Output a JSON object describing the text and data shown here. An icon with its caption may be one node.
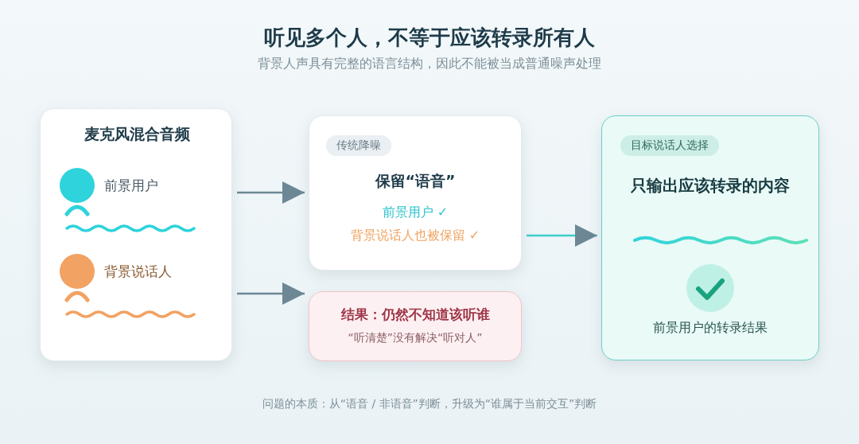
{
  "diagram": {
    "title": "听见多个人，不等于应该转录所有人",
    "caption": "问题的本质：从“语音 / 非语音”判断，升级为“谁属于当前交互”判断",
    "labels": [
      "背景人声具有完整的语言结构，因此不能被当成普通噪声处理"
    ],
    "nodes": [
      {
        "text": [
          "麦克风混合音频",
          "前景用户",
          "背景说话人"
        ]
      },
      {
        "text": [
          "传统降噪",
          "保留“语音”",
          "前景用户 ✓",
          "背景说话人也被保留 ✓"
        ]
      },
      {
        "text": [
          "结果：仍然不知道该听谁",
          "“听清楚”没有解决“听对人”"
        ]
      },
      {
        "text": [
          "目标说话人选择",
          "只输出应该转录的内容",
          "前景用户的转录结果"
        ]
      }
    ],
    "edges": [
      {
        "from": 0,
        "to": 1,
        "arrow": "to"
      },
      {
        "from": 0,
        "to": 2,
        "arrow": "to"
      },
      {
        "from": 1,
        "to": 3,
        "arrow": "to",
        "color": "#3ccfca"
      }
    ]
  }
}
